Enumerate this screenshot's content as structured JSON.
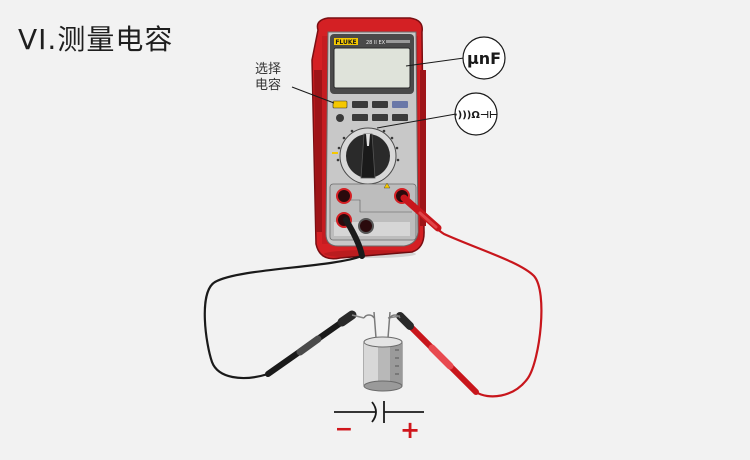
{
  "title": "VI.测量电容",
  "select_label_line1": "选择",
  "select_label_line2": "电容",
  "meter": {
    "brand": "FLUKE",
    "model": "28 II EX"
  },
  "callouts": {
    "display_unit": "μnF",
    "dial_symbols": "·)))Ω⊣⊢"
  },
  "capacitor_symbol": {
    "minus": "−",
    "plus": "+"
  },
  "colors": {
    "meter_red": "#d42024",
    "meter_dark_red": "#9e1418",
    "face_gray": "#c8c8c8",
    "lead_red": "#c8161c",
    "lead_black": "#1a1a1a",
    "select_button_yellow": "#f5c800",
    "symbol_red": "#d0161c"
  }
}
